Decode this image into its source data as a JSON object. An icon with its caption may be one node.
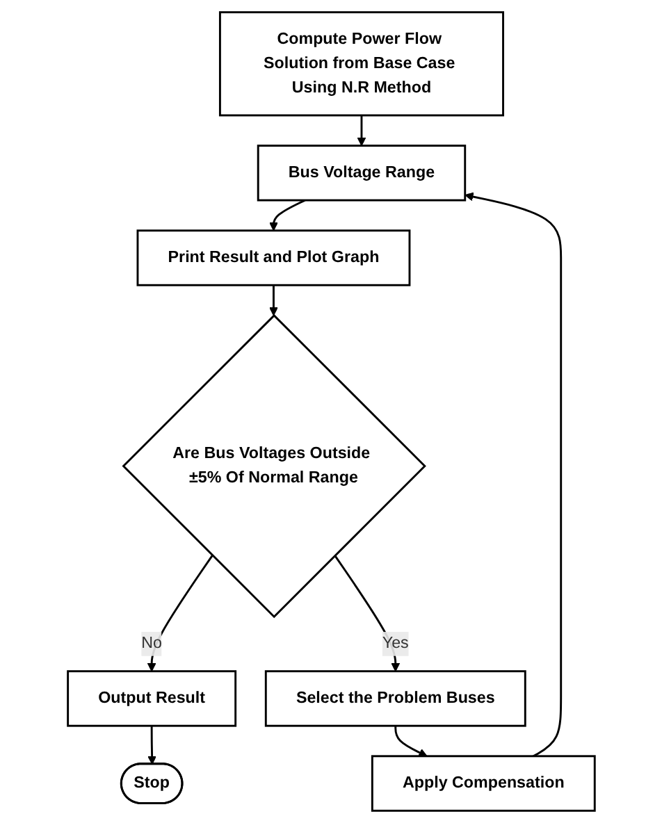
{
  "diagram": {
    "nodes": [
      {
        "text": [
          "Compute Power Flow Solution from Base Case Using N.R Method"
        ]
      },
      {
        "text": [
          "Bus Voltage Range"
        ]
      },
      {
        "text": [
          "Print Result and Plot Graph"
        ]
      },
      {
        "text": [
          "Are Bus Voltages Outside ±5% Of Normal Range"
        ]
      },
      {
        "text": [
          "Output Result"
        ]
      },
      {
        "text": [
          "Select the Problem Buses"
        ]
      },
      {
        "text": [
          "Apply Compensation"
        ]
      },
      {
        "text": [
          "Stop"
        ]
      }
    ],
    "edges": [
      {
        "from": 0,
        "to": 1,
        "arrow": "to"
      },
      {
        "from": 1,
        "to": 2,
        "arrow": "to"
      },
      {
        "from": 2,
        "to": 3,
        "arrow": "to"
      },
      {
        "from": 3,
        "to": 4,
        "arrow": "to",
        "label": "No"
      },
      {
        "from": 3,
        "to": 5,
        "arrow": "to",
        "label": "Yes"
      },
      {
        "from": 5,
        "to": 6,
        "arrow": "to"
      },
      {
        "from": 6,
        "to": 1,
        "arrow": "to"
      },
      {
        "from": 4,
        "to": 7,
        "arrow": "to"
      }
    ]
  }
}
